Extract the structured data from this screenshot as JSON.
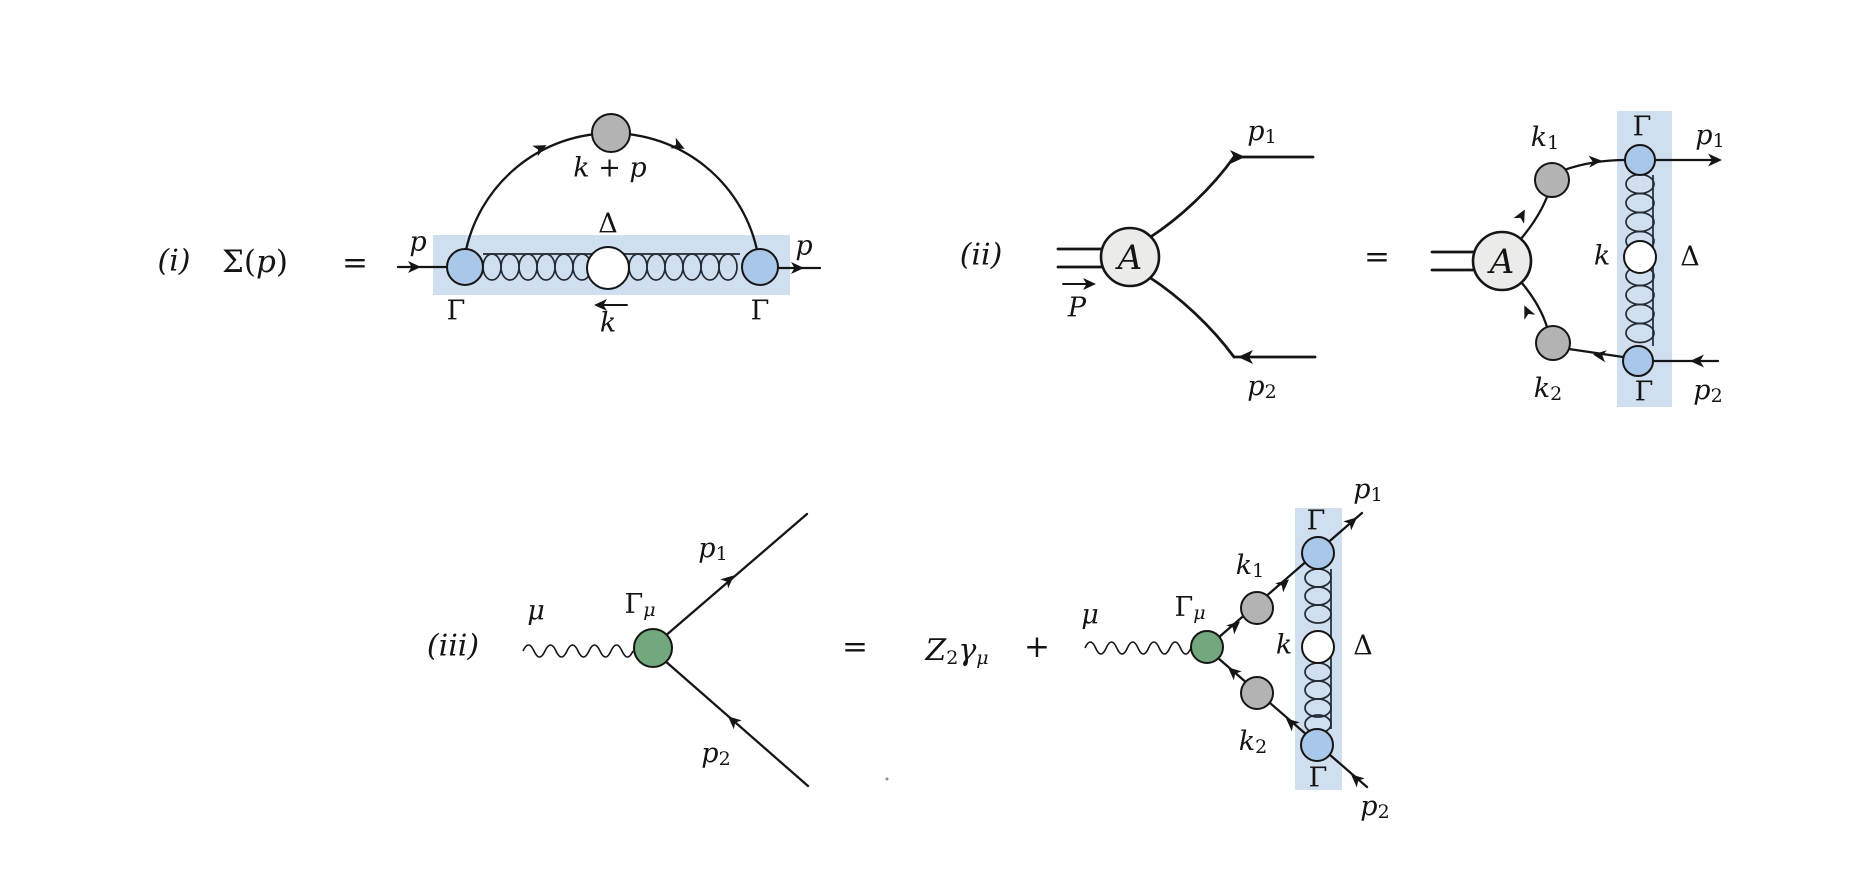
{
  "colors": {
    "background": "#ffffff",
    "highlight": "#cfdff0",
    "vertex_blue": "#a9c7e8",
    "blob_gray": "#b3b3b3",
    "blob_white": "#ffffff",
    "amplitude_fill": "#ebebe9",
    "vertex_green": "#73a77d",
    "line": "#151515",
    "gluon": "#222a33"
  },
  "eq_i": {
    "index": "(i)",
    "lhs_sigma": "Σ(",
    "lhs_arg": "p",
    "lhs_close": ")",
    "equals": "=",
    "p_in": "p",
    "p_out": "p",
    "loop_momentum": "k + p",
    "delta": "Δ",
    "gamma_left": "Γ",
    "gamma_right": "Γ",
    "k": "k"
  },
  "eq_ii": {
    "index": "(ii)",
    "equals": "=",
    "lhs": {
      "amplitude": "A",
      "P": "P",
      "p1b": "p",
      "p1s": "1",
      "p2b": "p",
      "p2s": "2"
    },
    "rhs": {
      "amplitude": "A",
      "k1b": "k",
      "k1s": "1",
      "k2b": "k",
      "k2s": "2",
      "gamma_top": "Γ",
      "gamma_bottom": "Γ",
      "k": "k",
      "delta": "Δ",
      "p1b": "p",
      "p1s": "1",
      "p2b": "p",
      "p2s": "2"
    }
  },
  "eq_iii": {
    "index": "(iii)",
    "equals": "=",
    "Z": "Z",
    "Z_sub": "2",
    "gamma": "γ",
    "gamma_sub": "μ",
    "plus": "+",
    "lhs": {
      "mu": "μ",
      "vertexb": "Γ",
      "vertexs": "μ",
      "p1b": "p",
      "p1s": "1",
      "p2b": "p",
      "p2s": "2"
    },
    "rhs": {
      "mu": "μ",
      "vertexb": "Γ",
      "vertexs": "μ",
      "k1b": "k",
      "k1s": "1",
      "k2b": "k",
      "k2s": "2",
      "k": "k",
      "delta": "Δ",
      "gamma_top": "Γ",
      "gamma_bottom": "Γ",
      "p1b": "p",
      "p1s": "1",
      "p2b": "p",
      "p2s": "2"
    }
  }
}
